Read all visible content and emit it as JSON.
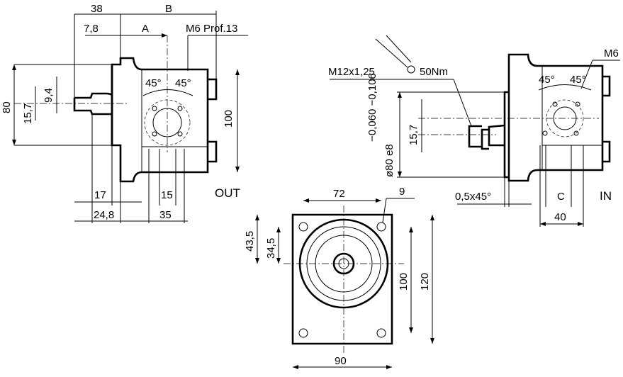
{
  "side_view_out": {
    "dims": {
      "d38": "38",
      "dB": "B",
      "d78": "7,8",
      "dA": "A",
      "thread": "M6 Prof.13",
      "d80": "80",
      "d157": "15,7",
      "d94": "9,4",
      "d100": "100",
      "d17": "17",
      "d15": "15",
      "d248": "24,8",
      "d35": "35",
      "angle1": "45°",
      "angle2": "45°"
    },
    "port_label": "OUT"
  },
  "side_view_in": {
    "dims": {
      "thread": "M12x1,25",
      "torque": "50Nm",
      "tol": "−0,060 −0,106",
      "dia": "ø80 e8",
      "d157": "15,7",
      "chamfer": "0,5x45°",
      "dC": "C",
      "d40": "40",
      "m6": "M6",
      "angle1": "45°",
      "angle2": "45°"
    },
    "port_label": "IN"
  },
  "front_view": {
    "dims": {
      "d72": "72",
      "d9": "9",
      "d435": "43,5",
      "d345": "34,5",
      "d100": "100",
      "d120": "120",
      "d90": "90"
    }
  }
}
